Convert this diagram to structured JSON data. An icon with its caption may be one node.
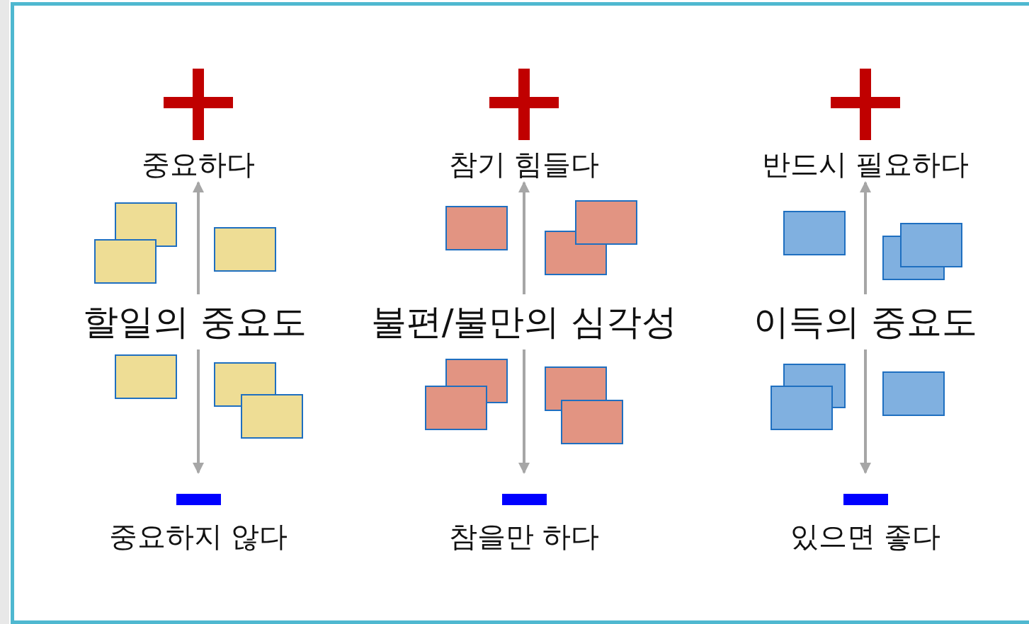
{
  "diagram": {
    "nodes": [
      {
        "text": [
          "중요하다"
        ]
      },
      {
        "text": [
          "참기 힘들다"
        ]
      },
      {
        "text": [
          "반드시 필요하다"
        ]
      },
      {
        "text": [
          "할일의 중요도"
        ]
      },
      {
        "text": [
          "불편/불만의 심각성"
        ]
      },
      {
        "text": [
          "이득의 중요도"
        ]
      },
      {
        "text": [
          "중요하지 않다"
        ]
      },
      {
        "text": [
          "참을만 하다"
        ]
      },
      {
        "text": [
          "있으면 좋다"
        ]
      }
    ],
    "edges": [
      {
        "from": 3,
        "to": 0,
        "arrow": "to"
      },
      {
        "from": 3,
        "to": 6,
        "arrow": "to"
      },
      {
        "from": 4,
        "to": 1,
        "arrow": "to"
      },
      {
        "from": 4,
        "to": 7,
        "arrow": "to"
      },
      {
        "from": 5,
        "to": 2,
        "arrow": "to"
      },
      {
        "from": 5,
        "to": 8,
        "arrow": "to"
      }
    ]
  }
}
